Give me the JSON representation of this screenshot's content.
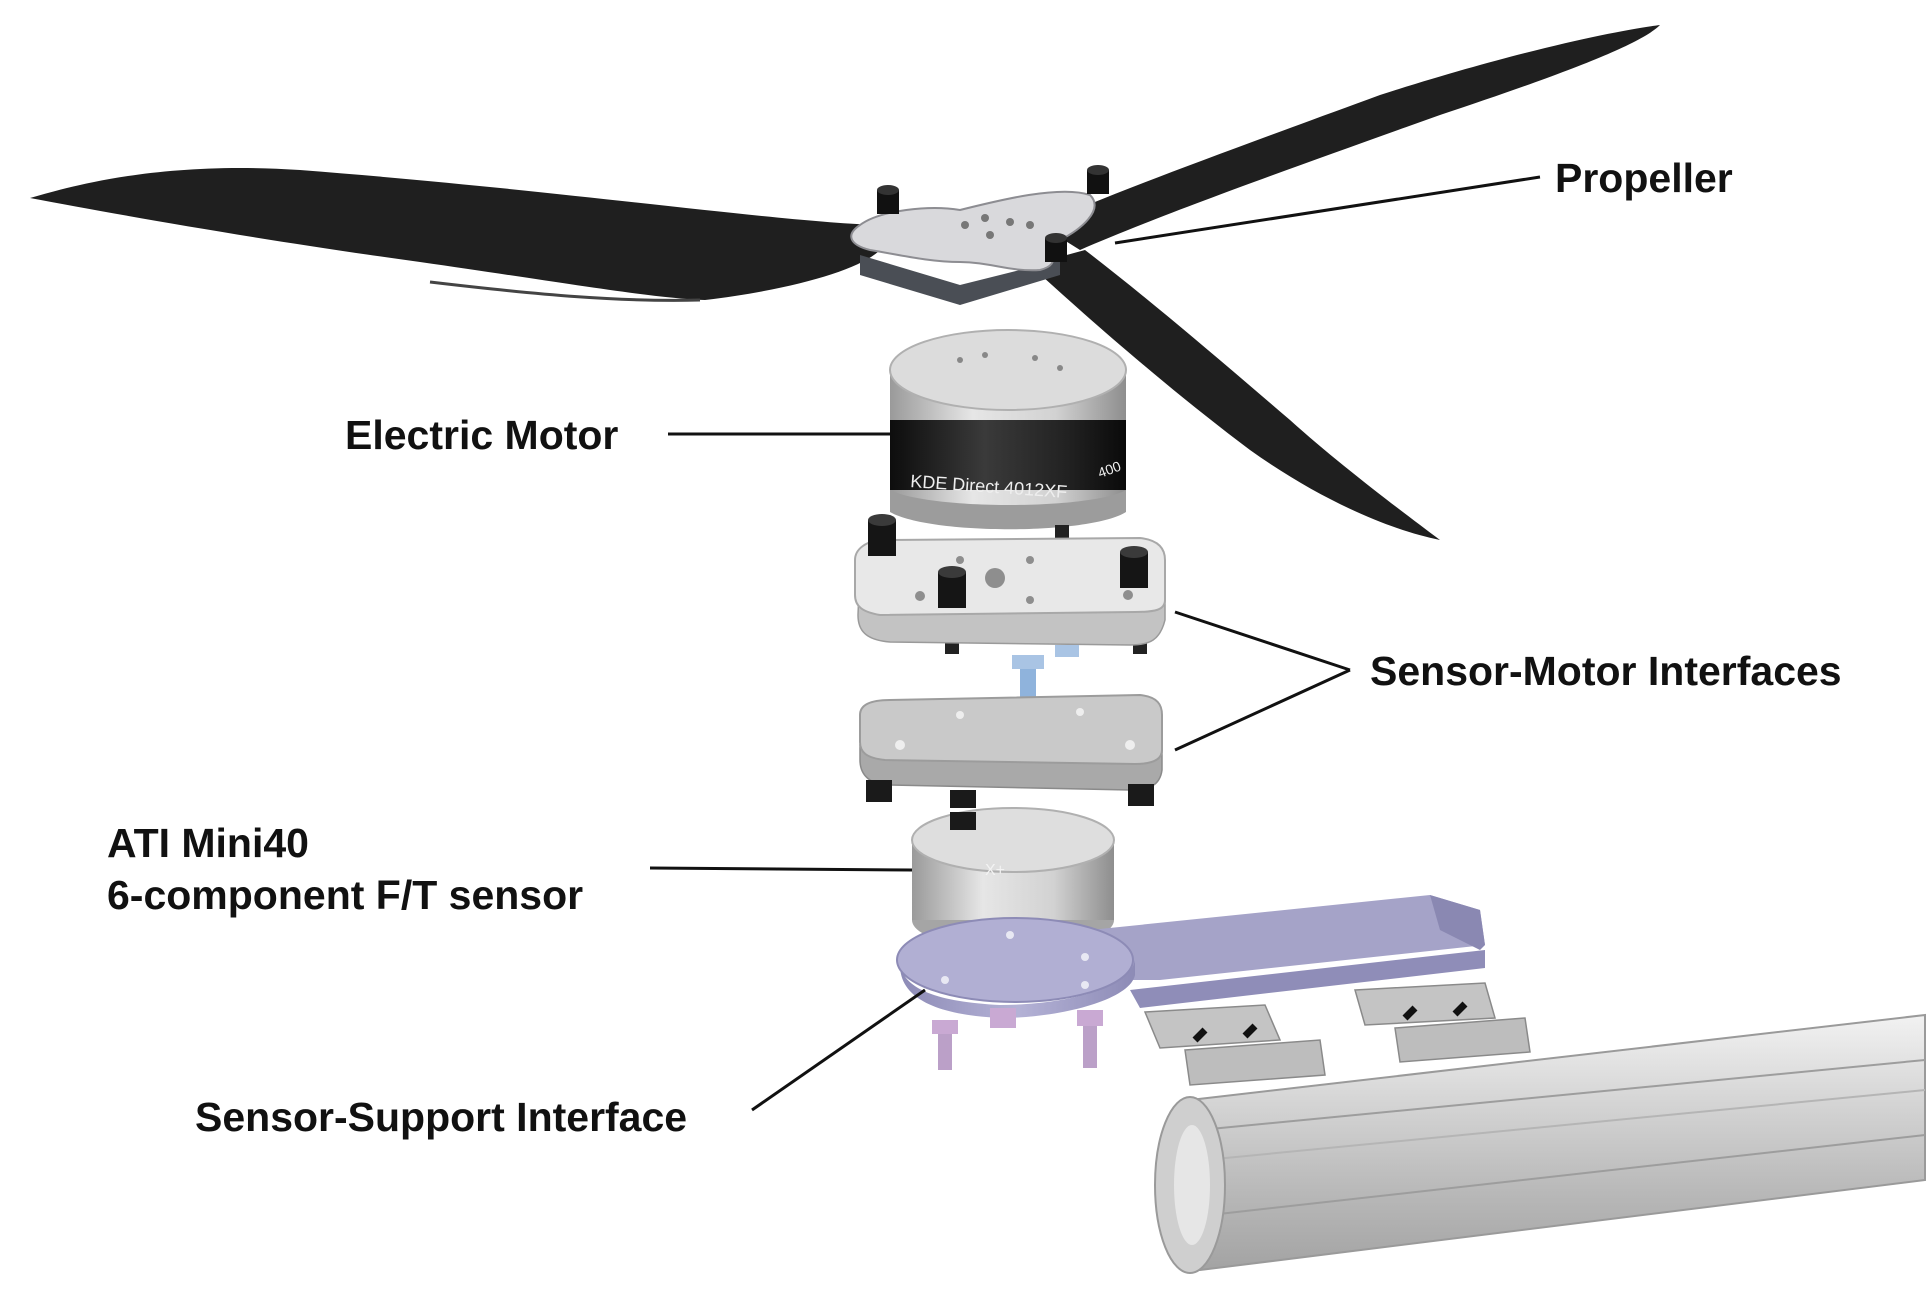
{
  "labels": {
    "propeller": "Propeller",
    "electric_motor": "Electric Motor",
    "sensor_motor_interfaces": "Sensor-Motor Interfaces",
    "sensor_line1": "ATI Mini40",
    "sensor_line2": "6-component F/T sensor",
    "sensor_support_interface": "Sensor-Support Interface"
  },
  "parts": {
    "motor_text": "KDE Direct 4012XF",
    "motor_text_partial": "400",
    "sensor_axis_mark": "X+"
  },
  "colors": {
    "propeller_blade": "#1e1e1e",
    "hub_plate": "#d9d9dc",
    "motor_band": "#1a1a1a",
    "aluminum": "#c8c8c8",
    "blue_screws": "#8fb3dc",
    "support_purple": "#a5a3c8",
    "leader_line": "#111111"
  }
}
